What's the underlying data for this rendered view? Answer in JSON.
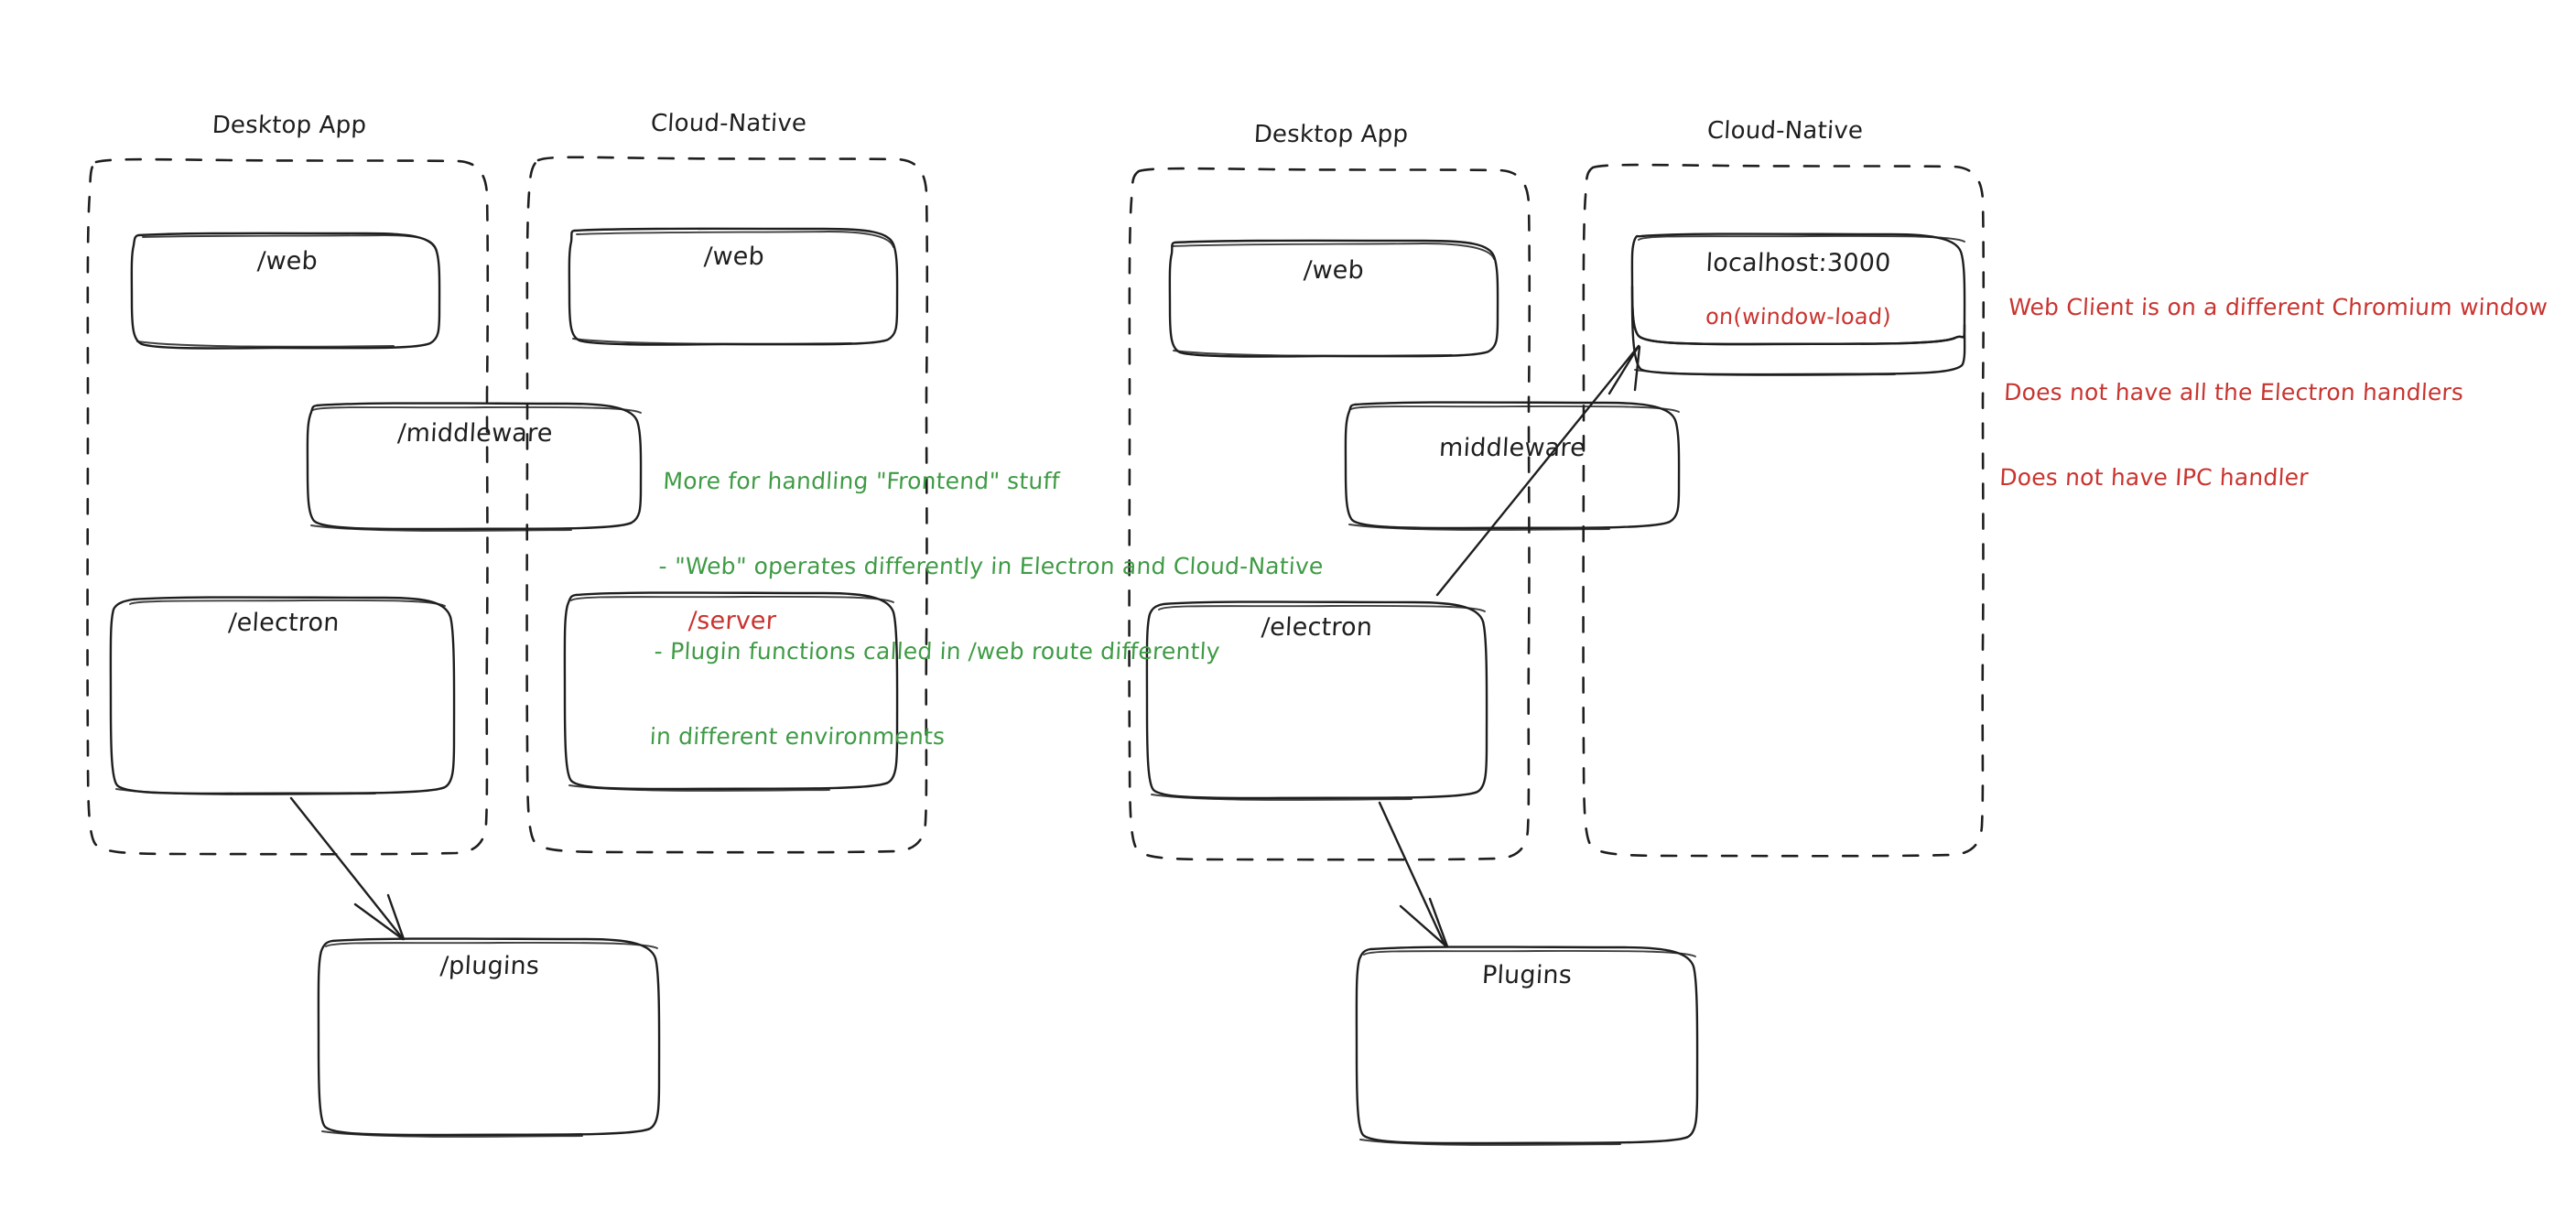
{
  "diagram": {
    "title": "Electron vs Cloud-Native architecture comparison",
    "colors": {
      "stroke": "#1e1e1e",
      "green": "#3f9b45",
      "red": "#c9342f",
      "background": "#ffffff"
    },
    "panels": [
      {
        "id": "left",
        "groups": [
          {
            "id": "left-desktop",
            "label": "Desktop App",
            "boxes": [
              {
                "id": "left-desktop-web",
                "label": "/web"
              },
              {
                "id": "left-desktop-electron",
                "label": "/electron"
              }
            ]
          },
          {
            "id": "left-cloud",
            "label": "Cloud-Native",
            "boxes": [
              {
                "id": "left-cloud-web",
                "label": "/web"
              },
              {
                "id": "left-cloud-server",
                "label": "/server",
                "color": "red"
              }
            ]
          }
        ],
        "straddling_boxes": [
          {
            "id": "left-middleware",
            "label": "/middleware"
          }
        ],
        "outside_boxes": [
          {
            "id": "left-plugins",
            "label": "/plugins"
          }
        ],
        "notes": [
          {
            "id": "left-green-note",
            "color": "green",
            "lines": [
              "More for handling \"Frontend\" stuff",
              "- \"Web\" operates differently in Electron and Cloud-Native",
              "- Plugin functions called in /web route differently",
              "in different environments"
            ]
          }
        ],
        "arrows": [
          {
            "id": "arrow-electron-to-plugins",
            "from": "left-desktop-electron",
            "to": "left-plugins"
          }
        ]
      },
      {
        "id": "right",
        "groups": [
          {
            "id": "right-desktop",
            "label": "Desktop App",
            "boxes": [
              {
                "id": "right-desktop-web",
                "label": "/web"
              },
              {
                "id": "right-desktop-electron",
                "label": "/electron"
              }
            ]
          },
          {
            "id": "right-cloud",
            "label": "Cloud-Native",
            "boxes": [
              {
                "id": "right-cloud-localhost",
                "label": "localhost:3000",
                "sublabel": "on(window-load)",
                "sublabel_color": "red"
              }
            ]
          }
        ],
        "straddling_boxes": [
          {
            "id": "right-middleware",
            "label": "middleware"
          }
        ],
        "outside_boxes": [
          {
            "id": "right-plugins",
            "label": "Plugins"
          }
        ],
        "notes": [
          {
            "id": "right-red-note",
            "color": "red",
            "lines": [
              "Web Client is on a different Chromium window",
              "Does not have all the Electron handlers",
              "Does not have IPC handler"
            ]
          }
        ],
        "arrows": [
          {
            "id": "arrow-electron-to-localhost",
            "from": "right-desktop-electron",
            "to": "right-cloud-localhost"
          },
          {
            "id": "arrow-electron-to-plugins-right",
            "from": "right-desktop-electron",
            "to": "right-plugins"
          }
        ]
      }
    ]
  }
}
